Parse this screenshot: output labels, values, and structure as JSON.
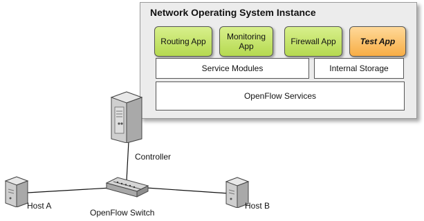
{
  "panel": {
    "title": "Network Operating System Instance",
    "apps": [
      "Routing App",
      "Monitoring App",
      "Firewall App",
      "Test App"
    ],
    "service_modules": "Service Modules",
    "internal_storage": "Internal Storage",
    "openflow_services": "OpenFlow Services"
  },
  "nodes": {
    "controller": "Controller",
    "switch": "OpenFlow Switch",
    "host_a": "Host A",
    "host_b": "Host B"
  },
  "colors": {
    "app_green": "#c7e46b",
    "app_test_orange": "#fbc46e"
  }
}
